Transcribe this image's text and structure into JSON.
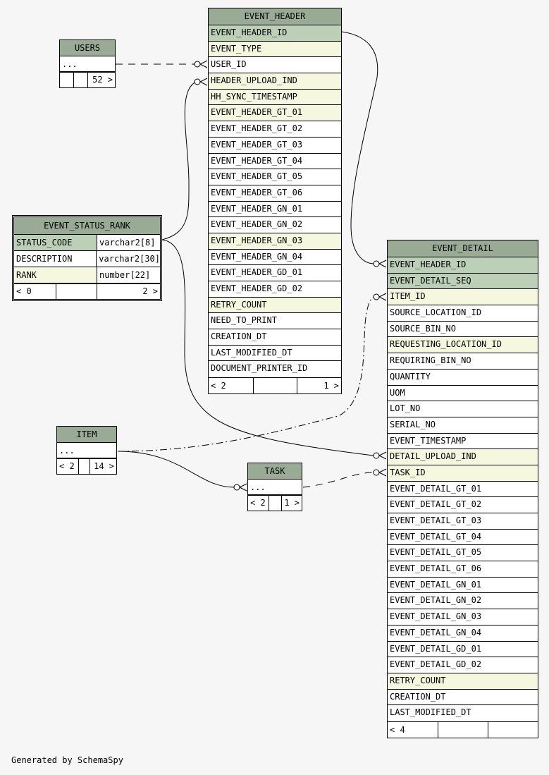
{
  "credit": "Generated by SchemaSpy",
  "users": {
    "title": "USERS",
    "rows": [
      "..."
    ],
    "footer": [
      "",
      "",
      "52 >"
    ]
  },
  "event_status_rank": {
    "title": "EVENT_STATUS_RANK",
    "rows": [
      {
        "name": "STATUS_CODE",
        "type": "varchar2[8]"
      },
      {
        "name": "DESCRIPTION",
        "type": "varchar2[30]"
      },
      {
        "name": "RANK",
        "type": "number[22]"
      }
    ],
    "footer": [
      "< 0",
      "",
      "2 >"
    ]
  },
  "event_header": {
    "title": "EVENT_HEADER",
    "columns": [
      "EVENT_HEADER_ID",
      "EVENT_TYPE",
      "USER_ID",
      "HEADER_UPLOAD_IND",
      "HH_SYNC_TIMESTAMP",
      "EVENT_HEADER_GT_01",
      "EVENT_HEADER_GT_02",
      "EVENT_HEADER_GT_03",
      "EVENT_HEADER_GT_04",
      "EVENT_HEADER_GT_05",
      "EVENT_HEADER_GT_06",
      "EVENT_HEADER_GN_01",
      "EVENT_HEADER_GN_02",
      "EVENT_HEADER_GN_03",
      "EVENT_HEADER_GN_04",
      "EVENT_HEADER_GD_01",
      "EVENT_HEADER_GD_02",
      "RETRY_COUNT",
      "NEED_TO_PRINT",
      "CREATION_DT",
      "LAST_MODIFIED_DT",
      "DOCUMENT_PRINTER_ID"
    ],
    "footer": [
      "< 2",
      "",
      "1 >"
    ]
  },
  "event_detail": {
    "title": "EVENT_DETAIL",
    "columns": [
      "EVENT_HEADER_ID",
      "EVENT_DETAIL_SEQ",
      "ITEM_ID",
      "SOURCE_LOCATION_ID",
      "SOURCE_BIN_NO",
      "REQUESTING_LOCATION_ID",
      "REQUIRING_BIN_NO",
      "QUANTITY",
      "UOM",
      "LOT_NO",
      "SERIAL_NO",
      "EVENT_TIMESTAMP",
      "DETAIL_UPLOAD_IND",
      "TASK_ID",
      "EVENT_DETAIL_GT_01",
      "EVENT_DETAIL_GT_02",
      "EVENT_DETAIL_GT_03",
      "EVENT_DETAIL_GT_04",
      "EVENT_DETAIL_GT_05",
      "EVENT_DETAIL_GT_06",
      "EVENT_DETAIL_GN_01",
      "EVENT_DETAIL_GN_02",
      "EVENT_DETAIL_GN_03",
      "EVENT_DETAIL_GN_04",
      "EVENT_DETAIL_GD_01",
      "EVENT_DETAIL_GD_02",
      "RETRY_COUNT",
      "CREATION_DT",
      "LAST_MODIFIED_DT"
    ],
    "footer": [
      "< 4",
      "",
      ""
    ]
  },
  "item": {
    "title": "ITEM",
    "rows": [
      "..."
    ],
    "footer": [
      "< 2",
      "",
      "14 >"
    ]
  },
  "task": {
    "title": "TASK",
    "rows": [
      "..."
    ],
    "footer": [
      "< 2",
      "",
      "1 >"
    ]
  },
  "colors": {
    "header": "#9aab95",
    "primary_key": "#bccfb7",
    "foreign_key": "#f5f7de",
    "background": "#f6f6f6"
  }
}
